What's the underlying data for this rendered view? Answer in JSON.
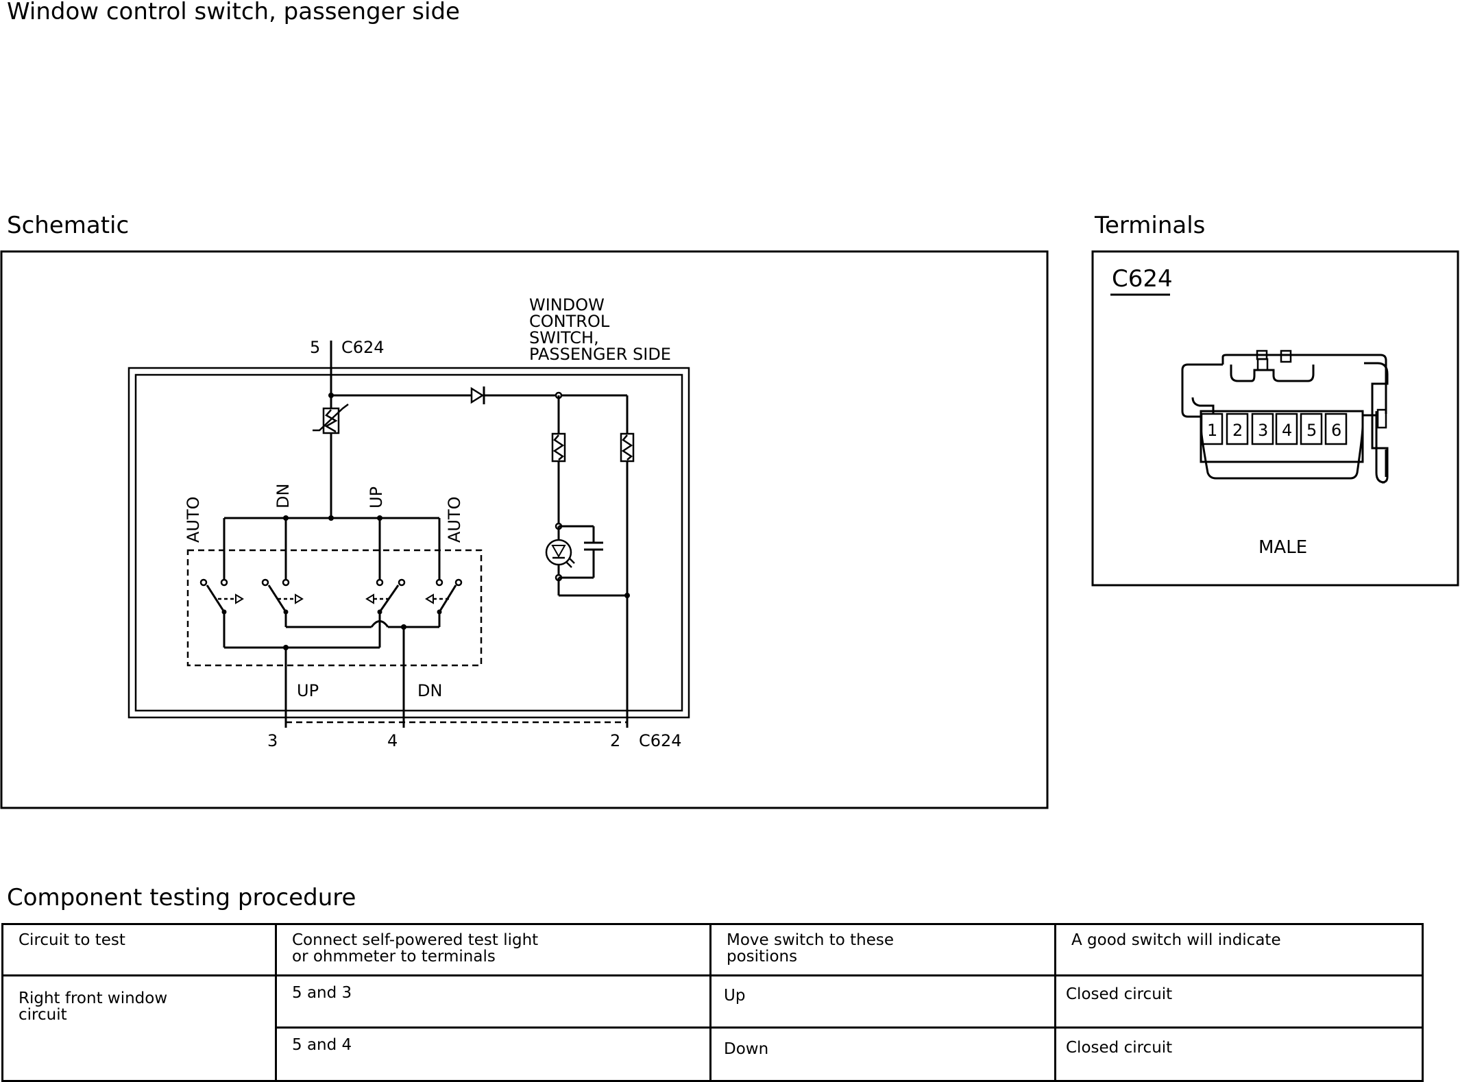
{
  "page_title": "Window control switch, passenger side",
  "sections": {
    "schematic": "Schematic",
    "terminals": "Terminals",
    "testing": "Component testing procedure"
  },
  "schematic": {
    "component_label": [
      "WINDOW",
      "CONTROL",
      "SWITCH,",
      "PASSENGER SIDE"
    ],
    "top_pin": "5",
    "top_connector": "C624",
    "contact_labels": {
      "auto_left": "AUTO",
      "dn": "DN",
      "up": "UP",
      "auto_right": "AUTO"
    },
    "bottom_labels": {
      "up": "UP",
      "dn": "DN"
    },
    "bottom_pins": [
      "3",
      "4",
      "2"
    ],
    "bottom_connector": "C624"
  },
  "terminals": {
    "connector": "C624",
    "pins": [
      "1",
      "2",
      "3",
      "4",
      "5",
      "6"
    ],
    "gender": "MALE"
  },
  "test_table": {
    "headers": [
      [
        "Circuit to test"
      ],
      [
        "Connect self-powered test light",
        "or ohmmeter to terminals"
      ],
      [
        "Move switch to these",
        "positions"
      ],
      [
        "A good switch will indicate"
      ]
    ],
    "circuit": [
      "Right front window",
      "circuit"
    ],
    "rows": [
      {
        "terminals": "5 and 3",
        "position": "Up",
        "result": "Closed circuit"
      },
      {
        "terminals": "5 and 4",
        "position": "Down",
        "result": "Closed circuit"
      }
    ]
  }
}
